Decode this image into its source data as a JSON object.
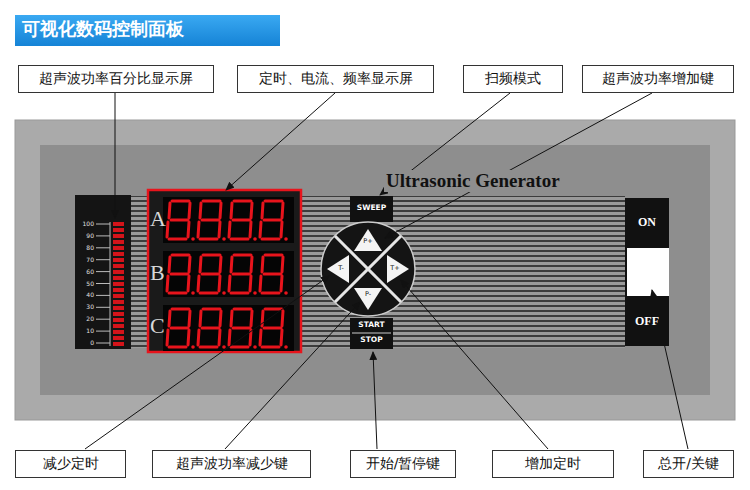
{
  "diagram": {
    "title": "可视化数码控制面板",
    "nodes": [
      {
        "text": [
          "超声波功率百分比显示屏"
        ]
      },
      {
        "text": [
          "定时、电流、频率显示屏"
        ]
      },
      {
        "text": [
          "扫频模式"
        ]
      },
      {
        "text": [
          "超声波功率增加键"
        ]
      },
      {
        "text": [
          "减少定时"
        ]
      },
      {
        "text": [
          "超声波功率减少键"
        ]
      },
      {
        "text": [
          "开始/暂停键"
        ]
      },
      {
        "text": [
          "增加定时"
        ]
      },
      {
        "text": [
          "总开/关键"
        ]
      }
    ],
    "labels": [
      "Ultrasonic Generator",
      "100",
      "90",
      "80",
      "70",
      "60",
      "50",
      "40",
      "30",
      "20",
      "10",
      "0",
      "A",
      "B",
      "C",
      "SWEEP",
      "P+",
      "T-",
      "T+",
      "P-",
      "START",
      "STOP",
      "ON",
      "OFF"
    ]
  }
}
